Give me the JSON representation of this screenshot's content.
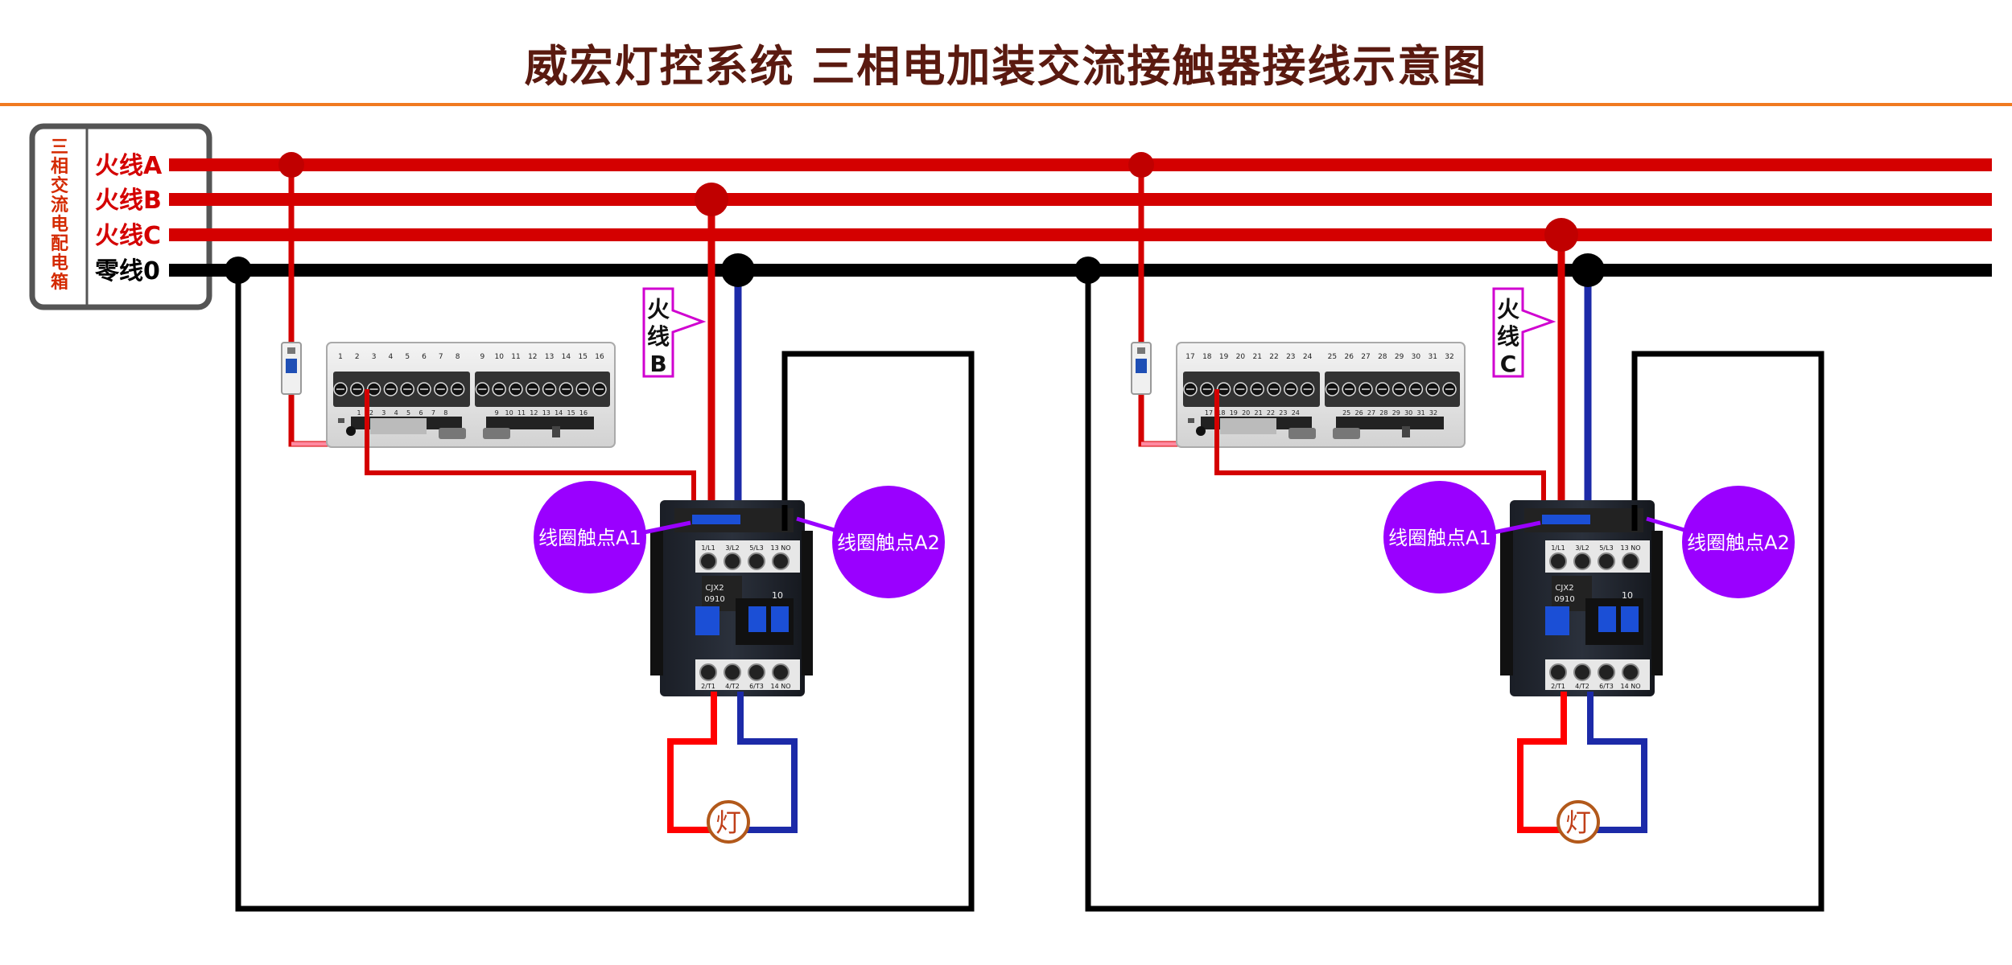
{
  "title": "威宏灯控系统 三相电加装交流接触器接线示意图",
  "box": {
    "vertical_label": [
      "三",
      "相",
      "交",
      "流",
      "电",
      "配",
      "电",
      "箱"
    ],
    "lines": [
      {
        "label": "火线A",
        "color": "#d40000"
      },
      {
        "label": "火线B",
        "color": "#d40000"
      },
      {
        "label": "火线C",
        "color": "#d40000"
      },
      {
        "label": "零线0",
        "color": "#000000"
      }
    ]
  },
  "panels": [
    {
      "hot_label": [
        "火",
        "线",
        "B"
      ],
      "module_top_numbers": [
        "1",
        "2",
        "3",
        "4",
        "5",
        "6",
        "7",
        "8",
        "9",
        "10",
        "11",
        "12",
        "13",
        "14",
        "15",
        "16"
      ],
      "module_bottom_numbers": [
        "1",
        "2",
        "3",
        "4",
        "5",
        "6",
        "7",
        "8",
        "9",
        "10",
        "11",
        "12",
        "13",
        "14",
        "15",
        "16"
      ],
      "coil_a1": "线圈触点A1",
      "coil_a2": "线圈触点A2",
      "contactor_model": [
        "CJX2",
        "0910"
      ],
      "contactor_code": "10",
      "contactor_top_terminals": [
        "1/L1",
        "3/L2",
        "5/L3",
        "13 NO"
      ],
      "contactor_bottom_terminals": [
        "2/T1",
        "4/T2",
        "6/T3",
        "14 NO"
      ],
      "lamp": "灯"
    },
    {
      "hot_label": [
        "火",
        "线",
        "C"
      ],
      "module_top_numbers": [
        "17",
        "18",
        "19",
        "20",
        "21",
        "22",
        "23",
        "24",
        "25",
        "26",
        "27",
        "28",
        "29",
        "30",
        "31",
        "32"
      ],
      "module_bottom_numbers": [
        "17",
        "18",
        "19",
        "20",
        "21",
        "22",
        "23",
        "24",
        "25",
        "26",
        "27",
        "28",
        "29",
        "30",
        "31",
        "32"
      ],
      "coil_a1": "线圈触点A1",
      "coil_a2": "线圈触点A2",
      "contactor_model": [
        "CJX2",
        "0910"
      ],
      "contactor_code": "10",
      "contactor_top_terminals": [
        "1/L1",
        "3/L2",
        "5/L3",
        "13 NO"
      ],
      "contactor_bottom_terminals": [
        "2/T1",
        "4/T2",
        "6/T3",
        "14 NO"
      ],
      "lamp": "灯"
    }
  ]
}
